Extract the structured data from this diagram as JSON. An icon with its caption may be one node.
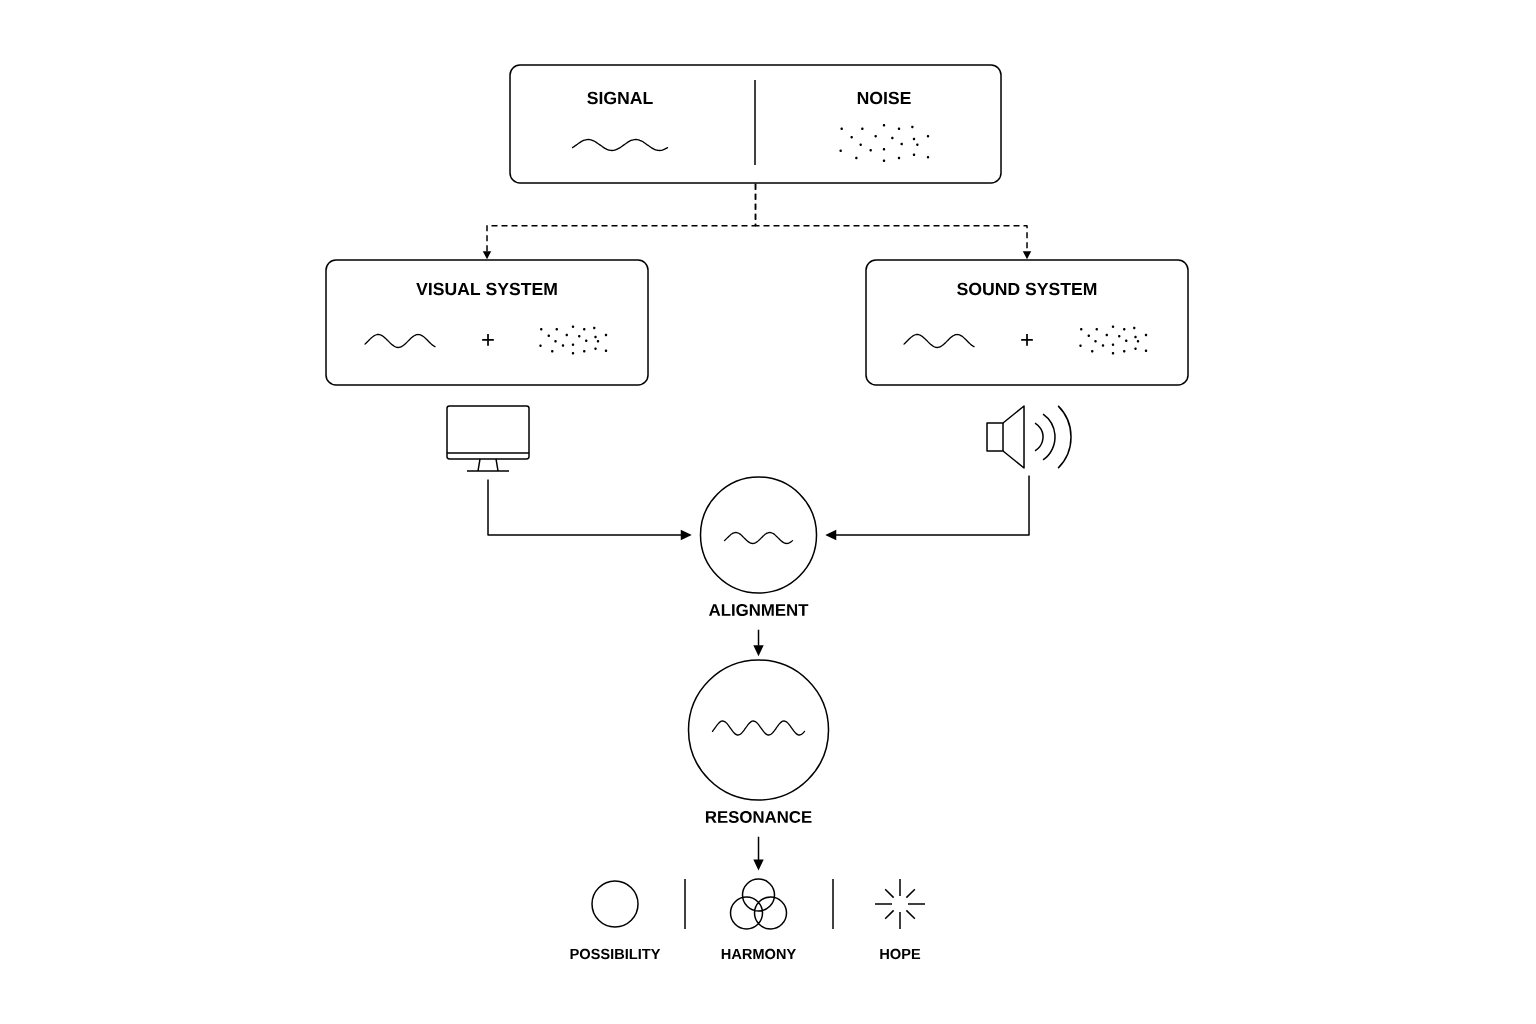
{
  "diagram": {
    "nodes": [
      {
        "text": [
          "SIGNAL",
          "NOISE"
        ]
      },
      {
        "text": [
          "VISUAL SYSTEM",
          "+"
        ]
      },
      {
        "text": [
          "SOUND SYSTEM",
          "+"
        ]
      },
      {
        "text": [],
        "shape": "picture"
      },
      {
        "text": [],
        "shape": "picture"
      },
      {
        "text": [
          "ALIGNMENT"
        ]
      },
      {
        "text": [
          "RESONANCE"
        ]
      },
      {
        "text": [
          "POSSIBILITY"
        ]
      },
      {
        "text": [
          "HARMONY"
        ]
      },
      {
        "text": [
          "HOPE"
        ]
      }
    ],
    "edges": [
      {
        "from": 0,
        "to": 1,
        "arrow": "to",
        "style": "dashed"
      },
      {
        "from": 0,
        "to": 2,
        "arrow": "to",
        "style": "dashed"
      },
      {
        "from": 3,
        "to": 5,
        "arrow": "to"
      },
      {
        "from": 4,
        "to": 5,
        "arrow": "to"
      },
      {
        "from": 5,
        "to": 6,
        "arrow": "to"
      },
      {
        "from": 6,
        "to": 8,
        "arrow": "to"
      }
    ]
  }
}
